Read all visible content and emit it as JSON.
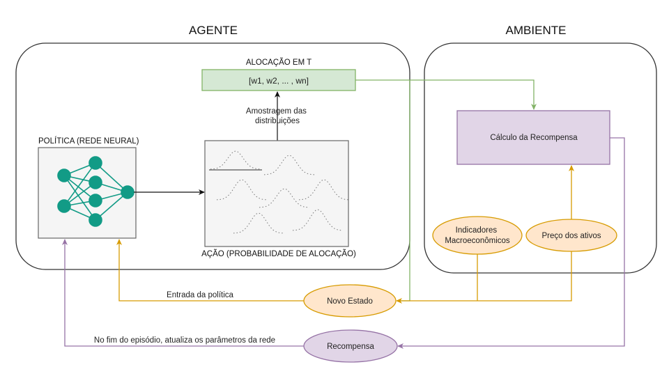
{
  "colors": {
    "container_stroke": "#333333",
    "green_fill": "#d5e8d4",
    "green_stroke": "#82b366",
    "purple_fill": "#e1d5e7",
    "purple_stroke": "#9673a6",
    "orange_fill": "#ffe6cc",
    "orange_stroke": "#d79b00",
    "gray_fill": "#f5f5f5",
    "gray_stroke": "#666666",
    "neuron": "#129b86"
  },
  "agent": {
    "title": "AGENTE",
    "allocation_title": "ALOCAÇÃO EM T",
    "allocation_vector": "[w1, w2, ... , wn]",
    "sampling_label_line1": "Amostragem das",
    "sampling_label_line2": "distribuições",
    "policy_title": "POLÍTICA (REDE NEURAL)",
    "action_title": "AÇÃO (PROBABILIDADE DE ALOCAÇÃO)"
  },
  "environment": {
    "title": "AMBIENTE",
    "reward_calc": "Cálculo da Recompensa",
    "macro_line1": "Indicadores",
    "macro_line2": "Macroeconômicos",
    "asset_price": "Preço dos ativos"
  },
  "flows": {
    "new_state": "Novo Estado",
    "policy_input": "Entrada da política",
    "reward": "Recompensa",
    "update_label": "No fim do episódio, atualiza os parâmetros da rede"
  }
}
